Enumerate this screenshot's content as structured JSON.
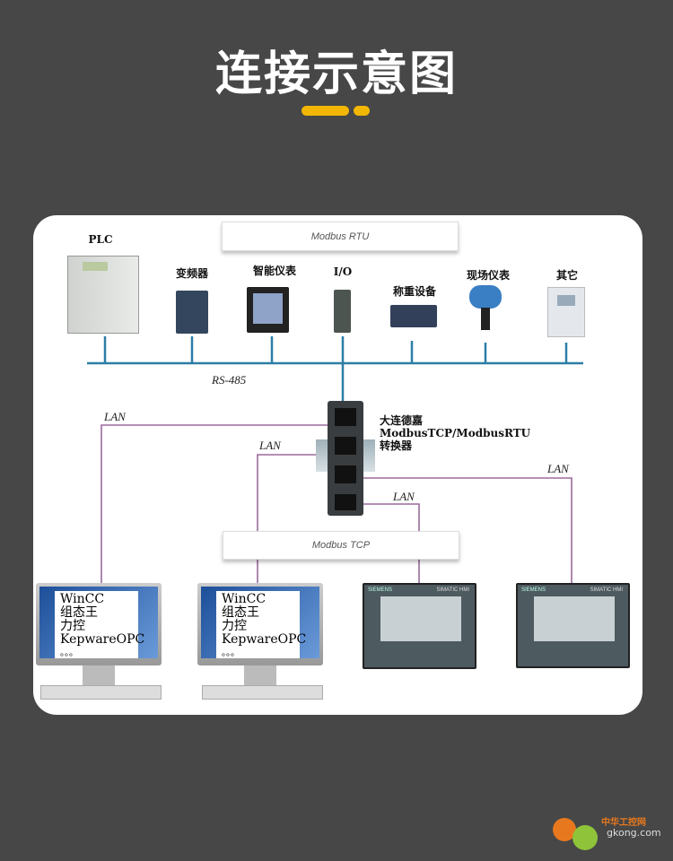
{
  "title": "连接示意图",
  "accent_color": "#f2b705",
  "protocols": {
    "rtu": "Modbus RTU",
    "tcp": "Modbus TCP"
  },
  "bus": {
    "label": "RS-485",
    "color": "#2b7ea6"
  },
  "devices": [
    {
      "label": "PLC",
      "icon": "plc-icon"
    },
    {
      "label": "变频器",
      "icon": "inverter-icon"
    },
    {
      "label": "智能仪表",
      "icon": "smart-meter-icon"
    },
    {
      "label": "I/O",
      "icon": "io-module-icon"
    },
    {
      "label": "称重设备",
      "icon": "weighing-device-icon"
    },
    {
      "label": "现场仪表",
      "icon": "field-instrument-icon"
    },
    {
      "label": "其它",
      "icon": "other-device-icon"
    }
  ],
  "converter": {
    "lines": [
      "大连德嘉",
      "ModbusTCP/ModbusRTU",
      "转换器"
    ]
  },
  "lan": {
    "label": "LAN",
    "color": "#9b6a9b"
  },
  "lan_labels": [
    "LAN",
    "LAN",
    "LAN",
    "LAN"
  ],
  "computers": [
    {
      "lines": [
        "WinCC",
        "组态王",
        "力控",
        "KepwareOPC",
        "。。。"
      ]
    },
    {
      "lines": [
        "WinCC",
        "组态王",
        "力控",
        "KepwareOPC",
        "。。。"
      ]
    }
  ],
  "hmi": [
    {
      "brand": "SIEMENS",
      "model": "SIMATIC HMI"
    },
    {
      "brand": "SIEMENS",
      "model": "SIMATIC HMI"
    }
  ],
  "watermark": {
    "cn": "中华工控网",
    "en": "gkong.com"
  }
}
